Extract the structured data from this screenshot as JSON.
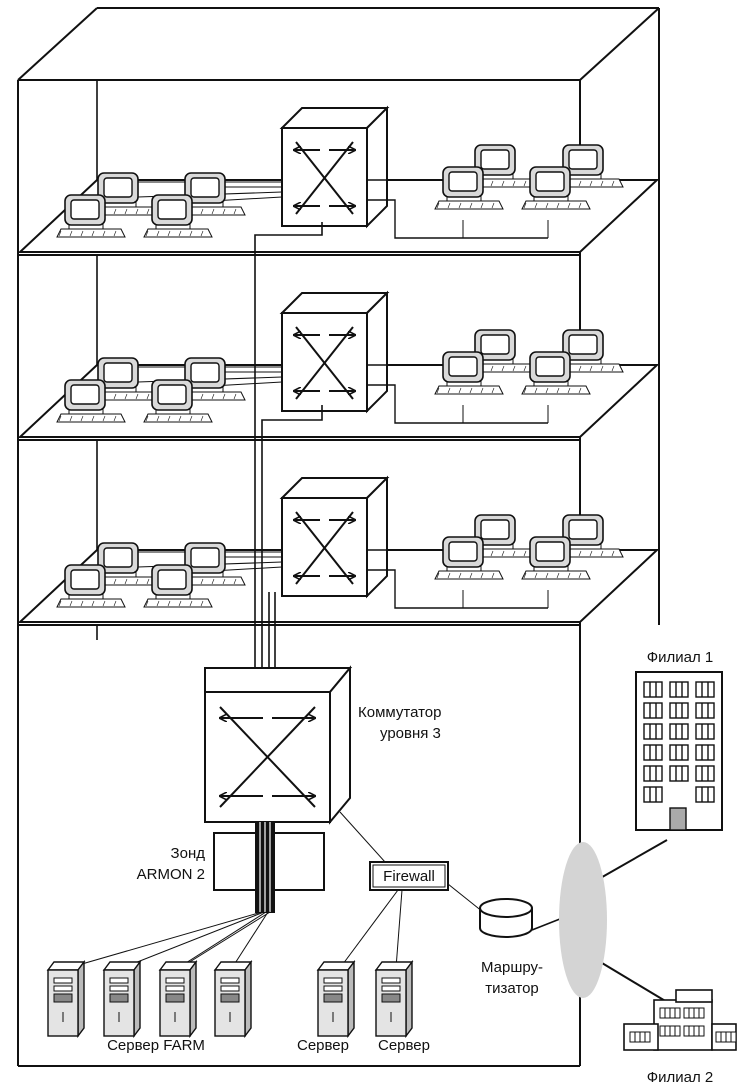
{
  "labels": {
    "core_switch_line1": "Коммутатор",
    "core_switch_line2": "уровня 3",
    "probe_line1": "Зонд",
    "probe_line2": "ARMON 2",
    "firewall": "Firewall",
    "router_line1": "Маршру-",
    "router_line2": "тизатор",
    "server_farm": "Сервер FARM",
    "server_a": "Сервер",
    "server_b": "Сервер",
    "branch1": "Филиал 1",
    "branch2": "Филиал 2"
  },
  "colors": {
    "line": "#111111",
    "monitor_fill": "#d9d9d9",
    "wan_cloud": "#d4d4d4",
    "server_fill": "#e4e4e4",
    "building_window": "#ffffff",
    "building_door": "#aaaaaa"
  },
  "floors": [
    {
      "name": "floor-3"
    },
    {
      "name": "floor-2"
    },
    {
      "name": "floor-1"
    }
  ]
}
